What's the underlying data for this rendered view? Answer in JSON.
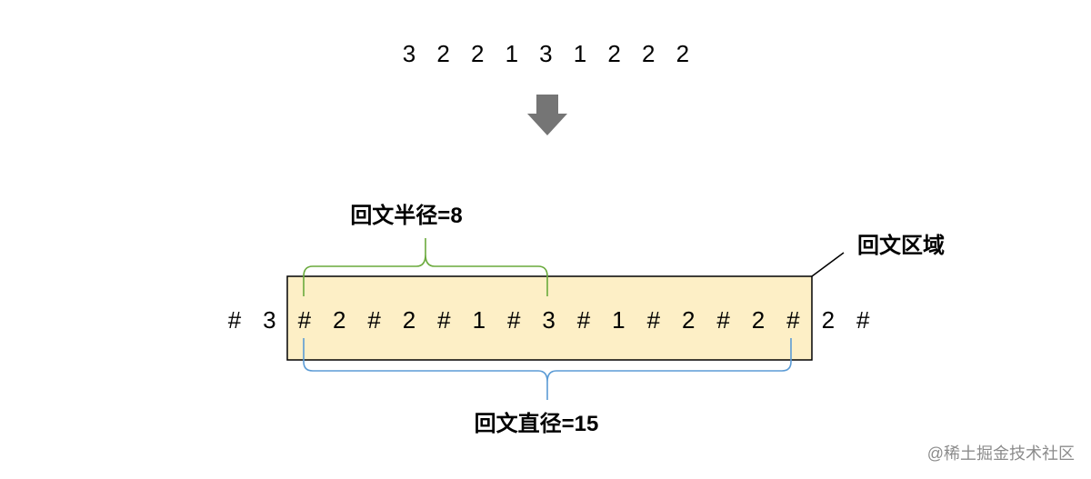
{
  "top_sequence": [
    "3",
    "2",
    "2",
    "1",
    "3",
    "1",
    "2",
    "2",
    "2"
  ],
  "transformed_sequence": [
    "#",
    "3",
    "#",
    "2",
    "#",
    "2",
    "#",
    "1",
    "#",
    "3",
    "#",
    "1",
    "#",
    "2",
    "#",
    "2",
    "#",
    "2",
    "#"
  ],
  "labels": {
    "radius": "回文半径=8",
    "diameter": "回文直径=15",
    "region": "回文区域"
  },
  "watermark": "@稀土掘金技术社区",
  "colors": {
    "arrow": "#757575",
    "region_fill": "#fdefc6",
    "region_stroke": "#000000",
    "radius_brace": "#6aaa3c",
    "diameter_brace": "#5b9bd5"
  }
}
